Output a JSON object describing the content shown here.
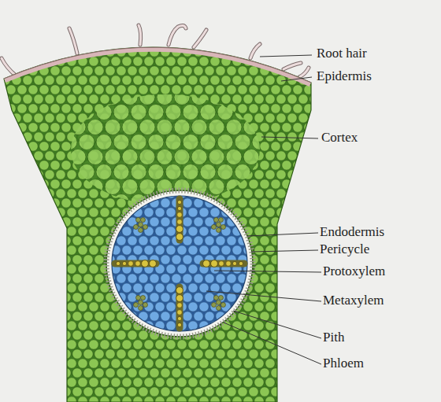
{
  "diagram": {
    "labels": [
      "Root hair",
      "Epidermis",
      "Cortex",
      "Endodermis",
      "Pericycle",
      "Protoxylem",
      "Metaxylem",
      "Pith",
      "Phloem"
    ]
  }
}
